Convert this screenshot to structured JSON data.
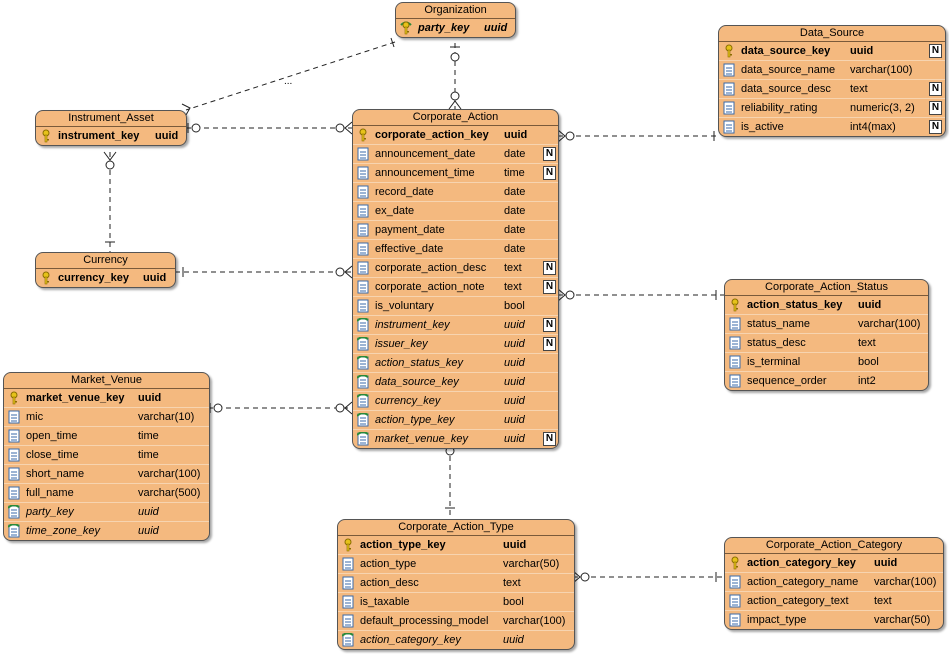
{
  "entities": {
    "organization": {
      "title": "Organization",
      "columns": [
        {
          "name": "party_key",
          "type": "uuid",
          "key": "pkfk",
          "nullable": false
        }
      ]
    },
    "data_source": {
      "title": "Data_Source",
      "columns": [
        {
          "name": "data_source_key",
          "type": "uuid",
          "key": "pk",
          "nullable": true
        },
        {
          "name": "data_source_name",
          "type": "varchar(100)",
          "key": "",
          "nullable": false
        },
        {
          "name": "data_source_desc",
          "type": "text",
          "key": "",
          "nullable": true
        },
        {
          "name": "reliability_rating",
          "type": "numeric(3, 2)",
          "key": "",
          "nullable": true
        },
        {
          "name": "is_active",
          "type": "int4(max)",
          "key": "",
          "nullable": true
        }
      ]
    },
    "instrument_asset": {
      "title": "Instrument_Asset",
      "columns": [
        {
          "name": "instrument_key",
          "type": "uuid",
          "key": "pk",
          "nullable": false
        }
      ]
    },
    "corporate_action": {
      "title": "Corporate_Action",
      "columns": [
        {
          "name": "corporate_action_key",
          "type": "uuid",
          "key": "pk",
          "nullable": false
        },
        {
          "name": "announcement_date",
          "type": "date",
          "key": "",
          "nullable": true
        },
        {
          "name": "announcement_time",
          "type": "time",
          "key": "",
          "nullable": true
        },
        {
          "name": "record_date",
          "type": "date",
          "key": "",
          "nullable": false
        },
        {
          "name": "ex_date",
          "type": "date",
          "key": "",
          "nullable": false
        },
        {
          "name": "payment_date",
          "type": "date",
          "key": "",
          "nullable": false
        },
        {
          "name": "effective_date",
          "type": "date",
          "key": "",
          "nullable": false
        },
        {
          "name": "corporate_action_desc",
          "type": "text",
          "key": "",
          "nullable": true
        },
        {
          "name": "corporate_action_note",
          "type": "text",
          "key": "",
          "nullable": true
        },
        {
          "name": "is_voluntary",
          "type": "bool",
          "key": "",
          "nullable": false
        },
        {
          "name": "instrument_key",
          "type": "uuid",
          "key": "fk",
          "nullable": true
        },
        {
          "name": "issuer_key",
          "type": "uuid",
          "key": "fk",
          "nullable": true
        },
        {
          "name": "action_status_key",
          "type": "uuid",
          "key": "fk",
          "nullable": false
        },
        {
          "name": "data_source_key",
          "type": "uuid",
          "key": "fk",
          "nullable": false
        },
        {
          "name": "currency_key",
          "type": "uuid",
          "key": "fk",
          "nullable": false
        },
        {
          "name": "action_type_key",
          "type": "uuid",
          "key": "fk",
          "nullable": false
        },
        {
          "name": "market_venue_key",
          "type": "uuid",
          "key": "fk",
          "nullable": true
        }
      ]
    },
    "currency": {
      "title": "Currency",
      "columns": [
        {
          "name": "currency_key",
          "type": "uuid",
          "key": "pk",
          "nullable": false
        }
      ]
    },
    "corporate_action_status": {
      "title": "Corporate_Action_Status",
      "columns": [
        {
          "name": "action_status_key",
          "type": "uuid",
          "key": "pk",
          "nullable": false
        },
        {
          "name": "status_name",
          "type": "varchar(100)",
          "key": "",
          "nullable": false
        },
        {
          "name": "status_desc",
          "type": "text",
          "key": "",
          "nullable": false
        },
        {
          "name": "is_terminal",
          "type": "bool",
          "key": "",
          "nullable": false
        },
        {
          "name": "sequence_order",
          "type": "int2",
          "key": "",
          "nullable": false
        }
      ]
    },
    "market_venue": {
      "title": "Market_Venue",
      "columns": [
        {
          "name": "market_venue_key",
          "type": "uuid",
          "key": "pk",
          "nullable": false
        },
        {
          "name": "mic",
          "type": "varchar(10)",
          "key": "",
          "nullable": false
        },
        {
          "name": "open_time",
          "type": "time",
          "key": "",
          "nullable": false
        },
        {
          "name": "close_time",
          "type": "time",
          "key": "",
          "nullable": false
        },
        {
          "name": "short_name",
          "type": "varchar(100)",
          "key": "",
          "nullable": false
        },
        {
          "name": "full_name",
          "type": "varchar(500)",
          "key": "",
          "nullable": false
        },
        {
          "name": "party_key",
          "type": "uuid",
          "key": "fk",
          "nullable": false
        },
        {
          "name": "time_zone_key",
          "type": "uuid",
          "key": "fk",
          "nullable": false
        }
      ]
    },
    "corporate_action_type": {
      "title": "Corporate_Action_Type",
      "columns": [
        {
          "name": "action_type_key",
          "type": "uuid",
          "key": "pk",
          "nullable": false
        },
        {
          "name": "action_type",
          "type": "varchar(50)",
          "key": "",
          "nullable": false
        },
        {
          "name": "action_desc",
          "type": "text",
          "key": "",
          "nullable": false
        },
        {
          "name": "is_taxable",
          "type": "bool",
          "key": "",
          "nullable": false
        },
        {
          "name": "default_processing_model",
          "type": "varchar(100)",
          "key": "",
          "nullable": false
        },
        {
          "name": "action_category_key",
          "type": "uuid",
          "key": "fk",
          "nullable": false
        }
      ]
    },
    "corporate_action_category": {
      "title": "Corporate_Action_Category",
      "columns": [
        {
          "name": "action_category_key",
          "type": "uuid",
          "key": "pk",
          "nullable": false
        },
        {
          "name": "action_category_name",
          "type": "varchar(100)",
          "key": "",
          "nullable": false
        },
        {
          "name": "action_category_text",
          "type": "text",
          "key": "",
          "nullable": false
        },
        {
          "name": "impact_type",
          "type": "varchar(50)",
          "key": "",
          "nullable": false
        }
      ]
    }
  },
  "relationships": {
    "organization_instrument_label": "..."
  },
  "colors": {
    "entity_fill": "#f4b97f",
    "entity_border": "#555555",
    "line": "#222222"
  }
}
